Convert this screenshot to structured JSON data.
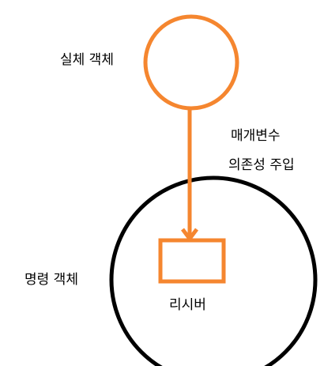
{
  "diagram": {
    "real_object_label": "실체 객체",
    "injection_label_line1": "매개변수",
    "injection_label_line2": "의존성 주입",
    "command_object_label": "명령 객체",
    "receiver_label": "리시버"
  },
  "colors": {
    "accent": "#f5862f",
    "outline": "#000000",
    "background": "#ffffff",
    "text": "#000000"
  }
}
